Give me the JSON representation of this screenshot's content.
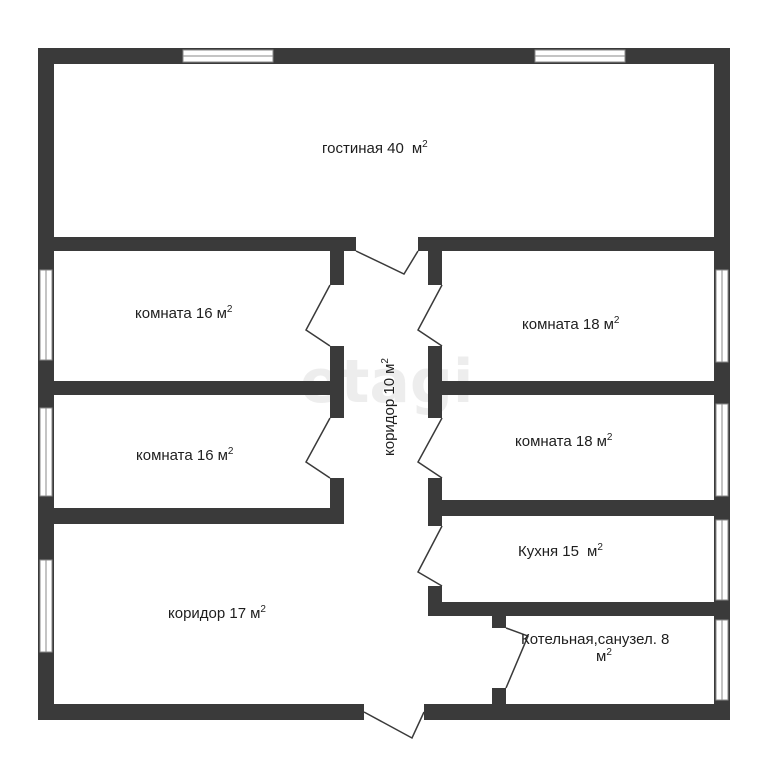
{
  "watermark": "etagi",
  "rooms": [
    {
      "id": "living",
      "name": "гостиная 40",
      "unit": "м",
      "sup": "2"
    },
    {
      "id": "room1",
      "name": "комната 16",
      "unit": "м",
      "sup": "2"
    },
    {
      "id": "room2",
      "name": "комната 16",
      "unit": "м",
      "sup": "2"
    },
    {
      "id": "room3",
      "name": "комната 18",
      "unit": "м",
      "sup": "2"
    },
    {
      "id": "room4",
      "name": "комната 18",
      "unit": "м",
      "sup": "2"
    },
    {
      "id": "kitchen",
      "name": "Кухня 15",
      "unit": "м",
      "sup": "2"
    },
    {
      "id": "hall",
      "name": "коридор 17",
      "unit": "м",
      "sup": "2"
    },
    {
      "id": "corridor",
      "name": "коридор 10",
      "unit": "м",
      "sup": "2"
    },
    {
      "id": "boiler",
      "name": "Котельная,санузел. 8",
      "unit": "м",
      "sup": "2"
    }
  ]
}
